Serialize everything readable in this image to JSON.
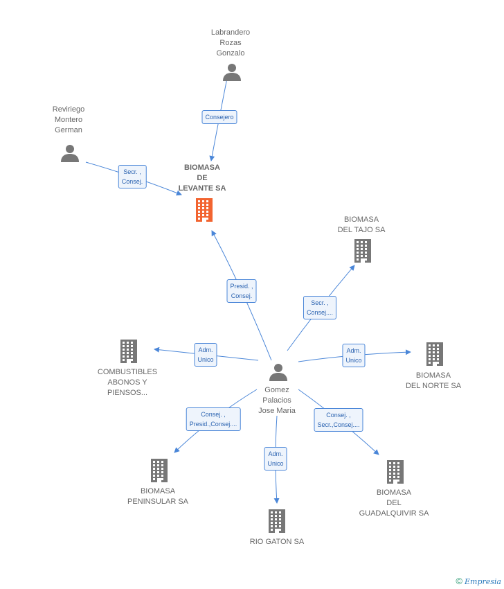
{
  "colors": {
    "edge": "#4a86d8",
    "person": "#777777",
    "company": "#777777",
    "focus": "#f26430"
  },
  "nodes": [
    {
      "id": "labrandero",
      "kind": "person",
      "label": "Labrandero\nRozas\nGonzalo"
    },
    {
      "id": "reviriego",
      "kind": "person",
      "label": "Reviriego\nMontero\nGerman"
    },
    {
      "id": "biomasa_levante",
      "kind": "company_focus",
      "label": "BIOMASA\nDE\nLEVANTE SA"
    },
    {
      "id": "biomasa_tajo",
      "kind": "company",
      "label": "BIOMASA\nDEL TAJO SA"
    },
    {
      "id": "combustibles",
      "kind": "company",
      "label": "COMBUSTIBLES\nABONOS Y\nPIENSOS..."
    },
    {
      "id": "gomez",
      "kind": "person",
      "label": "Gomez\nPalacios\nJose Maria"
    },
    {
      "id": "biomasa_norte",
      "kind": "company",
      "label": "BIOMASA\nDEL NORTE SA"
    },
    {
      "id": "biomasa_peninsular",
      "kind": "company",
      "label": "BIOMASA\nPENINSULAR SA"
    },
    {
      "id": "rio_gaton",
      "kind": "company",
      "label": "RIO GATON SA"
    },
    {
      "id": "biomasa_guadalquivir",
      "kind": "company",
      "label": "BIOMASA\nDEL\nGUADALQUIVIR SA"
    }
  ],
  "edges": [
    {
      "from": "labrandero",
      "to": "biomasa_levante",
      "label": "Consejero"
    },
    {
      "from": "reviriego",
      "to": "biomasa_levante",
      "label": "Secr. ,\nConsej."
    },
    {
      "from": "gomez",
      "to": "biomasa_levante",
      "label": "Presid. ,\nConsej."
    },
    {
      "from": "gomez",
      "to": "biomasa_tajo",
      "label": "Secr. ,\nConsej...."
    },
    {
      "from": "gomez",
      "to": "combustibles",
      "label": "Adm.\nUnico"
    },
    {
      "from": "gomez",
      "to": "biomasa_norte",
      "label": "Adm.\nUnico"
    },
    {
      "from": "gomez",
      "to": "biomasa_peninsular",
      "label": "Consej. ,\nPresid.,Consej...."
    },
    {
      "from": "gomez",
      "to": "rio_gaton",
      "label": "Adm.\nUnico"
    },
    {
      "from": "gomez",
      "to": "biomasa_guadalquivir",
      "label": "Consej. ,\nSecr.,Consej...."
    }
  ],
  "footer": {
    "copyright": "©",
    "brand": "Empresia"
  }
}
